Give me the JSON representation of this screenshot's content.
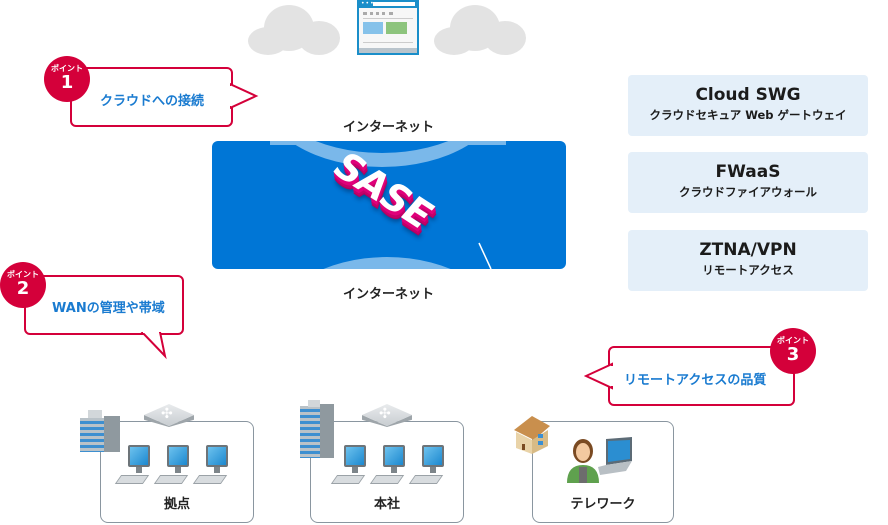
{
  "diagram": {
    "top_labels": {
      "internet_top": "インターネット",
      "internet_bottom": "インターネット"
    },
    "core": {
      "label": "SASE",
      "color": "#0076d6",
      "accent": "#e0007a"
    },
    "points": [
      {
        "badge_label": "ポイント",
        "number": "1",
        "text": "クラウドへの接続"
      },
      {
        "badge_label": "ポイント",
        "number": "2",
        "text": "WANの管理や帯域"
      },
      {
        "badge_label": "ポイント",
        "number": "3",
        "text": "リモートアクセスの品質"
      }
    ],
    "services": [
      {
        "title": "Cloud SWG",
        "subtitle": "クラウドセキュア Web ゲートウェイ"
      },
      {
        "title": "FWaaS",
        "subtitle": "クラウドファイアウォール"
      },
      {
        "title": "ZTNA/VPN",
        "subtitle": "リモートアクセス"
      }
    ],
    "sites": [
      {
        "name": "拠点",
        "icons": [
          "building-icon",
          "router-icon",
          "pc-icon",
          "pc-icon",
          "pc-icon"
        ]
      },
      {
        "name": "本社",
        "icons": [
          "tall-building-icon",
          "router-icon",
          "pc-icon",
          "pc-icon",
          "pc-icon"
        ]
      },
      {
        "name": "テレワーク",
        "icons": [
          "house-icon",
          "person-icon",
          "laptop-icon"
        ]
      }
    ],
    "top_icons": [
      "cloud-icon",
      "browser-icon",
      "cloud-icon"
    ],
    "colors": {
      "callout_border": "#d4003a",
      "callout_text": "#1a7bd0",
      "service_bg": "#e4eff9"
    }
  }
}
